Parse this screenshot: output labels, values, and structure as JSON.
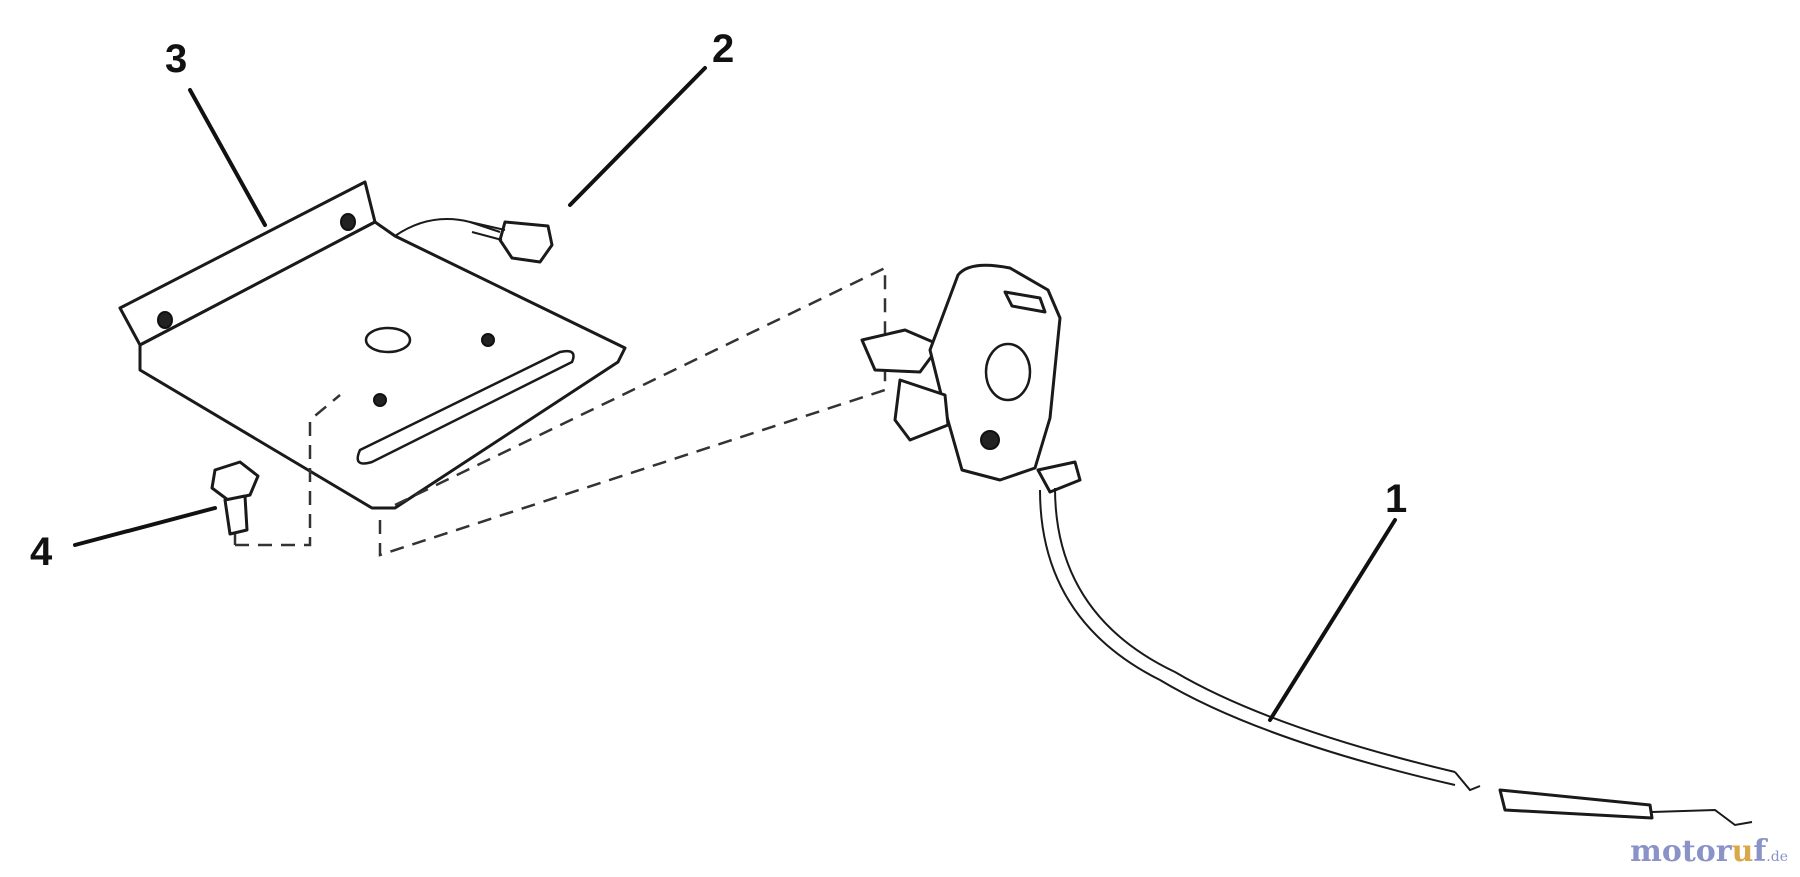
{
  "diagram": {
    "callouts": [
      {
        "id": "callout-1",
        "label": "1"
      },
      {
        "id": "callout-2",
        "label": "2"
      },
      {
        "id": "callout-3",
        "label": "3"
      },
      {
        "id": "callout-4",
        "label": "4"
      }
    ]
  },
  "watermark": {
    "main": "motor",
    "accent": "u",
    "end": "f",
    "tld": ".de"
  },
  "colors": {
    "line": "#1a1a1a",
    "watermark_text": "#8a93c8",
    "watermark_accent": "#d8a84a"
  }
}
